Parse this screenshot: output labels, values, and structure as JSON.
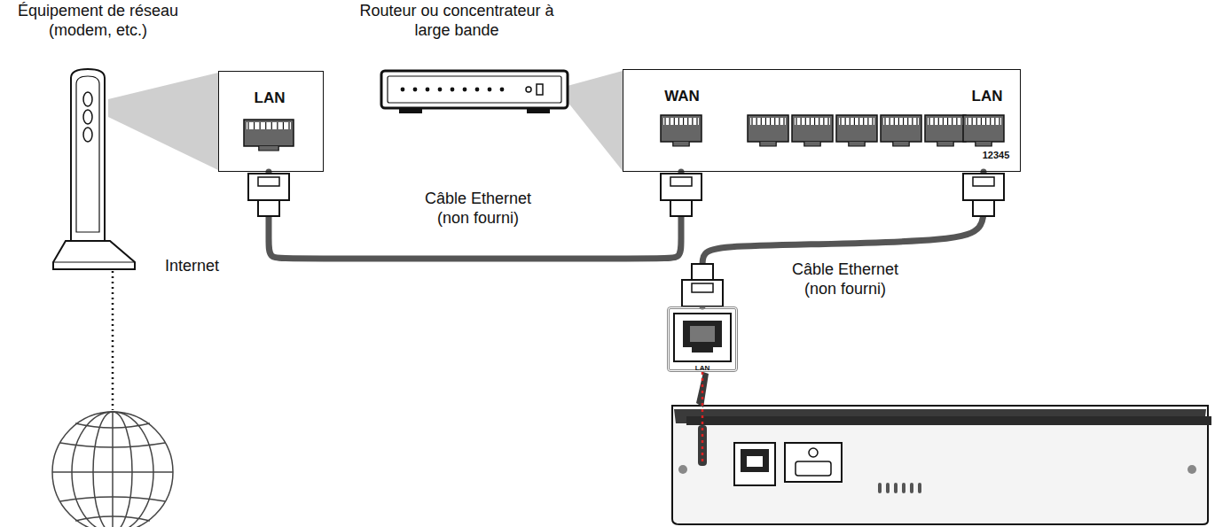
{
  "diagram": {
    "nodes": [
      {
        "text": [
          "Équipement de réseau (modem, etc.)"
        ]
      },
      {
        "text": [
          "LAN"
        ]
      },
      {
        "text": [
          "Routeur ou concentrateur à large bande"
        ]
      },
      {
        "text": [
          "WAN",
          "LAN",
          "12345"
        ]
      },
      {
        "text": [
          "LAN"
        ]
      }
    ],
    "edges": [
      {
        "from": 1,
        "to": 3,
        "label": "Câble Ethernet (non fourni)",
        "arrow": "none"
      },
      {
        "from": 3,
        "to": 4,
        "label": "Câble Ethernet (non fourni)",
        "arrow": "none"
      }
    ],
    "labels": [
      "Internet"
    ]
  }
}
